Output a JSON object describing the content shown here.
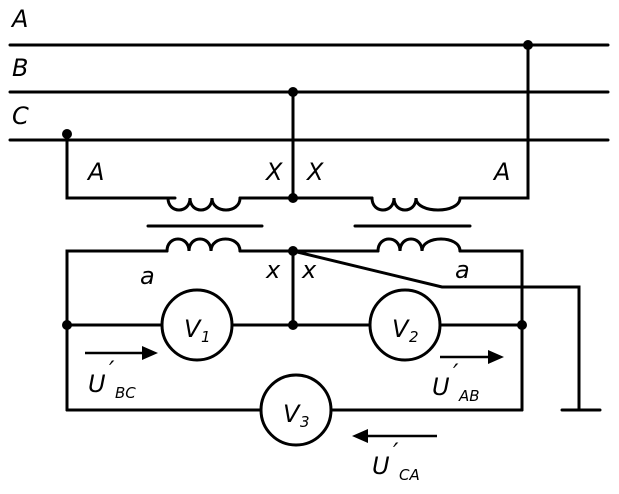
{
  "lines": {
    "A": "A",
    "B": "B",
    "C": "C"
  },
  "transformer1": {
    "primary_start": "A",
    "primary_end": "X",
    "secondary_start": "a",
    "secondary_end": "x"
  },
  "transformer2": {
    "primary_start": "A",
    "primary_end": "X",
    "secondary_start": "a",
    "secondary_end": "x"
  },
  "meters": {
    "v1": {
      "letter": "V",
      "sub": "1"
    },
    "v2": {
      "letter": "V",
      "sub": "2"
    },
    "v3": {
      "letter": "V",
      "sub": "3"
    }
  },
  "voltages": {
    "bc": {
      "main": "U",
      "prime": "′",
      "sub": "BC"
    },
    "ab": {
      "main": "U",
      "prime": "′",
      "sub": "AB"
    },
    "ca": {
      "main": "U",
      "prime": "′",
      "sub": "CA"
    }
  }
}
